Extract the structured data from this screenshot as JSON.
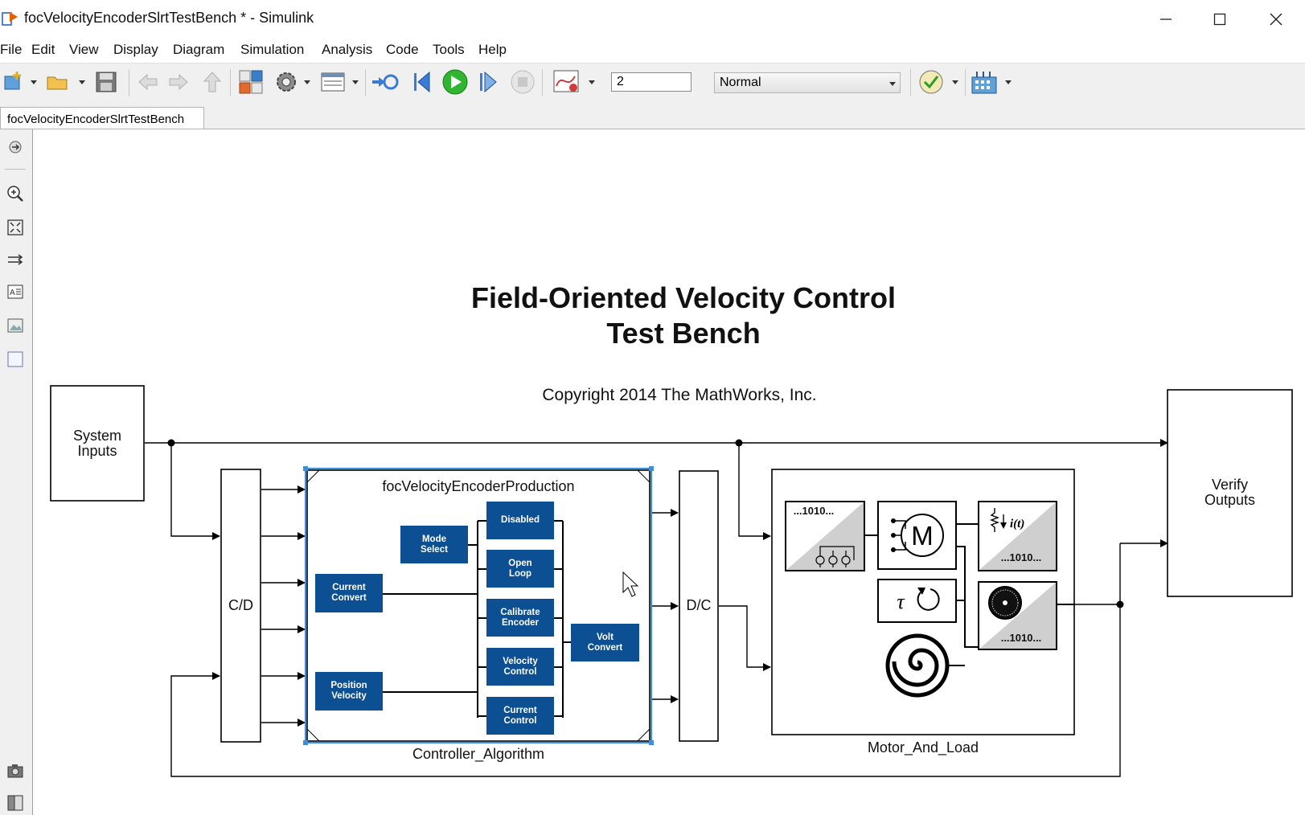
{
  "window": {
    "title": "focVelocityEncoderSlrtTestBench * - Simulink",
    "controls": [
      "minimize",
      "maximize",
      "close"
    ]
  },
  "menu": [
    "File",
    "Edit",
    "View",
    "Display",
    "Diagram",
    "Simulation",
    "Analysis",
    "Code",
    "Tools",
    "Help"
  ],
  "toolbar": {
    "stop_time": "2",
    "simulation_mode": "Normal",
    "icons": [
      "new-model-icon",
      "open-icon",
      "save-icon",
      "back-icon",
      "forward-icon",
      "up-icon",
      "library-browser-icon",
      "model-config-icon",
      "model-explorer-icon",
      "update-diagram-icon",
      "step-back-icon",
      "run-icon",
      "step-forward-icon",
      "stop-icon",
      "data-inspector-icon",
      "model-advisor-icon",
      "build-icon"
    ]
  },
  "tab": {
    "label": "focVelocityEncoderSlrtTestBench"
  },
  "palette_icons": [
    "hide-explorer-icon",
    "zoom-icon",
    "fit-view-icon",
    "route-lines-icon",
    "annotation-icon",
    "image-icon",
    "area-icon",
    "screenshot-icon",
    "model-browser-icon"
  ],
  "diagram": {
    "title_line1": "Field-Oriented Velocity Control",
    "title_line2": "Test Bench",
    "copyright": "Copyright 2014 The MathWorks, Inc.",
    "blocks": {
      "system_inputs": "System\nInputs",
      "cd": "C/D",
      "dc": "D/C",
      "verify_outputs": "Verify\nOutputs",
      "controller_name": "Controller_Algorithm",
      "controller_ref": "focVelocityEncoderProduction",
      "motor_name": "Motor_And_Load",
      "motor_tag": "...1010..."
    },
    "controller_inner": {
      "mode_select": "Mode\nSelect",
      "current_convert": "Current\nConvert",
      "position_velocity": "Position\nVelocity",
      "disabled": "Disabled",
      "open_loop": "Open\nLoop",
      "calibrate_encoder": "Calibrate\nEncoder",
      "velocity_control": "Velocity\nControl",
      "current_control": "Current\nControl",
      "volt_convert": "Volt\nConvert"
    }
  }
}
